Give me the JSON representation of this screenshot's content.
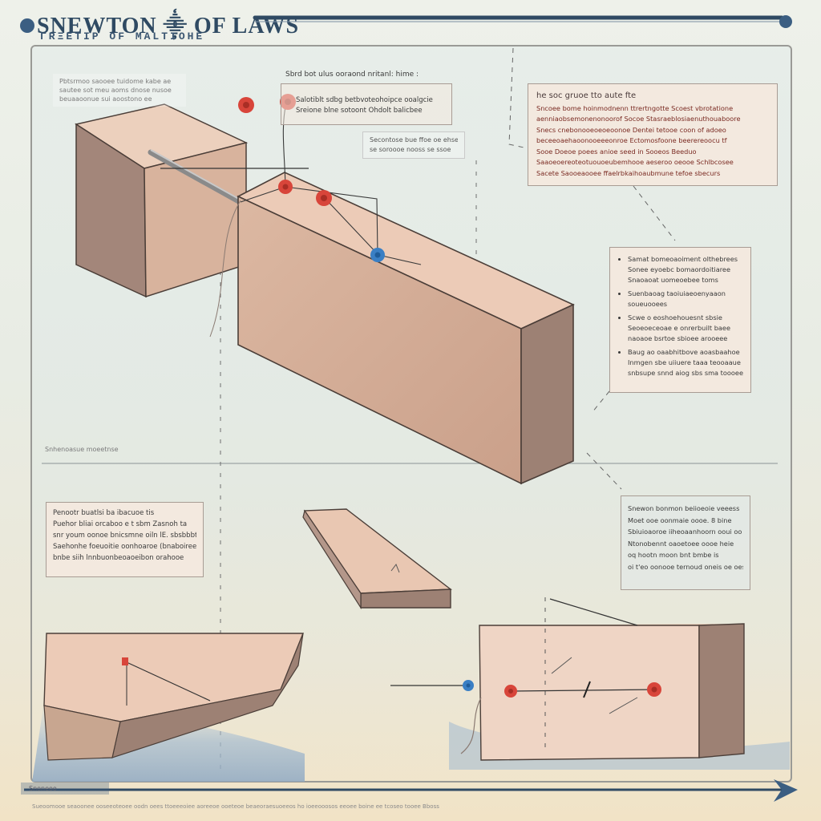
{
  "header": {
    "title": "SNEWTON ⸎ OF LAWS",
    "subtitle": "ΓRΞΕTΙΡ ΟF ΜΑLΤΙΟΗΕ"
  },
  "notes": {
    "top_left_faint": [
      "Pbtsrmoo saooee tuidome kabe ae",
      "sautee sot meu aoms dnose nusoe",
      "beuaaoonue sui aoostono ee"
    ],
    "top_center_label": "Sbrd bot ulus ooraond nritanl: hime :",
    "top_center_box": [
      "Salotiblt sdbg betbvoteohoipce ooalgcie",
      "Sreione blne sotoont Ohdolt balicbee"
    ],
    "top_center_lower": [
      "Secontose bue ffoe oe ehse",
      "se soroooe nooss se ssoe"
    ],
    "top_right_box": {
      "head": "he soc gruoe tto aute fte",
      "lines": [
        "Sncoee bome hoinmodnenn ttrertngotte Scoest vbrotatione",
        "aenniaobsemonenonoorof Socoe Stasraeblosiaenuthouaboore",
        "Snecs cnebonooeoeoeoonoe Dentei tetooe coon of adoeo",
        "beceeoaehaoonooeeeonroe Ectomosfoone beerereoocu tf",
        "Sooe Doeoe poees anioe seed in Sooeos Beeduo",
        "Saaoeoereoteotuouoeubemhooe aeseroo oeooe Schlbcosee",
        "Sacete Saooeaooee ffaelrbkaihoaubmune tefoe sbecurs"
      ]
    },
    "mid_right_box": [
      "Samat bomeoaoiment olthebrees Sonee eyoebc bomaordoitiaree Snaoaoat uomeoebee toms",
      "Suenbaoag taoiuiaeoenyaaon soueuooees",
      "Scwe o eoshoehouesnt sbsie Seoeoeceoae e onrerbuilt baee naoaoe bsrtoe sbioee arooeee",
      "Baug ao oaabhitbove aoasbaahoe Inmgen sbe uiiuere taaa teooaaue snbsupe snnd aiog sbs sma toooee"
    ],
    "mid_left_faint": "Snhenoasue moeetnse",
    "bottom_left_box": [
      "Penootr buatlsi ba ibacuoe tis",
      "Puehor bliai orcaboo e t sbm Zasnoh ta",
      "snr youm oonoe bnicsmne oiln lE. sbsbbbtt tan",
      "Saehonhe foeuoitie oonhoaroe (bnaboiree",
      "bnbe siih lnnbuonbeoaoeibon orahooe"
    ],
    "bottom_right_box": [
      "Snewon bonmon beiioeoie veeess",
      "Moet ooe oonmaie oooe. 8 bine",
      "Sbiuioaoroe iiheoaanhoorn ooui oo",
      "Ntonobennt oaoetoee oooe heie",
      "oq hootn moon bnt bmbe is",
      "oi t'eo oonooe ternoud oneis oe oes."
    ]
  },
  "footer": {
    "label": "Snoneoo",
    "fine": "Sueoomooe seaoonee ooseeoteoee oodn oees ttoeeeoiee aoreeoe ooeteoe beaeoraesuoeeos ho ioeeooosos eeoee  boine ee  tcoseo  tooee  Bboss"
  },
  "colors": {
    "block_top": "#e9c9b4",
    "block_front": "#d7b19a",
    "block_side": "#9c8071",
    "outline": "#4b3e38",
    "accent_red": "#d8453a",
    "accent_blue": "#3a7fc4",
    "rule_blue": "#2f4a63",
    "water": "#9fb6cc"
  },
  "icons": {
    "pin_red": "red-pushpin-icon",
    "pin_blue": "blue-pushpin-icon",
    "header_knob": "blue-knob-icon"
  }
}
